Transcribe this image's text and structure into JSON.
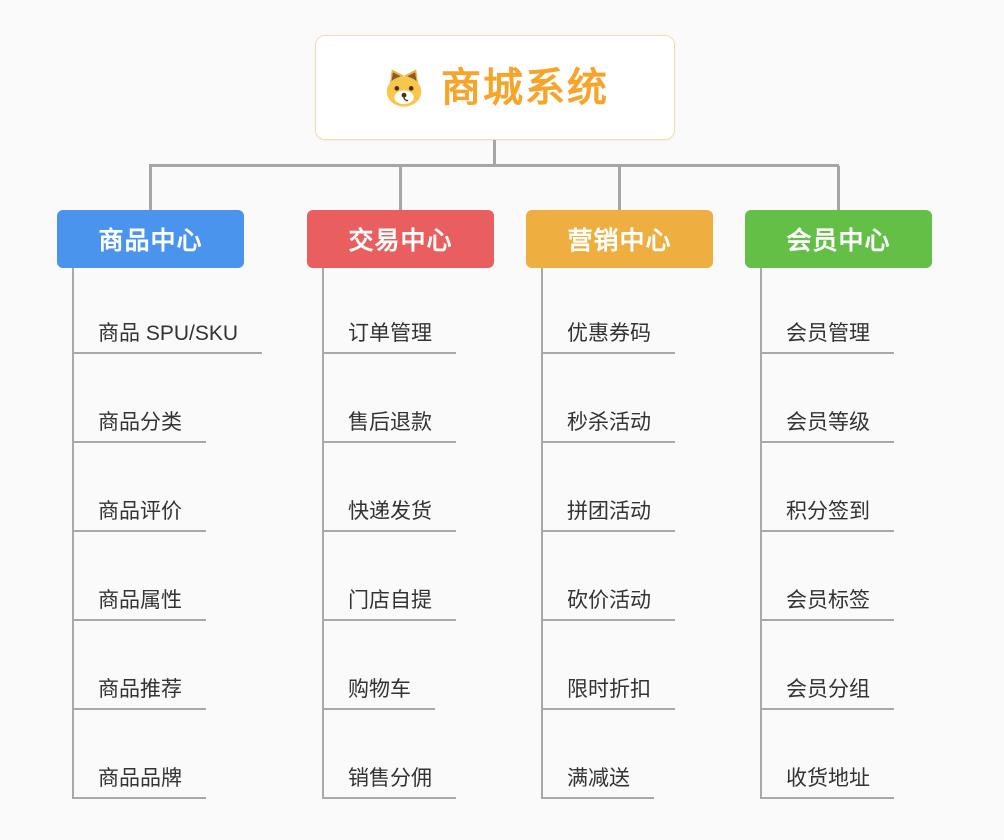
{
  "root": {
    "title": "商城系统",
    "icon": "dog-icon",
    "title_color": "#f7a42a"
  },
  "connector_color": "#a6a6a6",
  "branches": [
    {
      "label": "商品中心",
      "color": "#4b94ee",
      "children": [
        "商品 SPU/SKU",
        "商品分类",
        "商品评价",
        "商品属性",
        "商品推荐",
        "商品品牌"
      ]
    },
    {
      "label": "交易中心",
      "color": "#e95f5f",
      "children": [
        "订单管理",
        "售后退款",
        "快递发货",
        "门店自提",
        "购物车",
        "销售分佣"
      ]
    },
    {
      "label": "营销中心",
      "color": "#eeae40",
      "children": [
        "优惠券码",
        "秒杀活动",
        "拼团活动",
        "砍价活动",
        "限时折扣",
        "满减送"
      ]
    },
    {
      "label": "会员中心",
      "color": "#64bf47",
      "children": [
        "会员管理",
        "会员等级",
        "积分签到",
        "会员标签",
        "会员分组",
        "收货地址"
      ]
    }
  ]
}
